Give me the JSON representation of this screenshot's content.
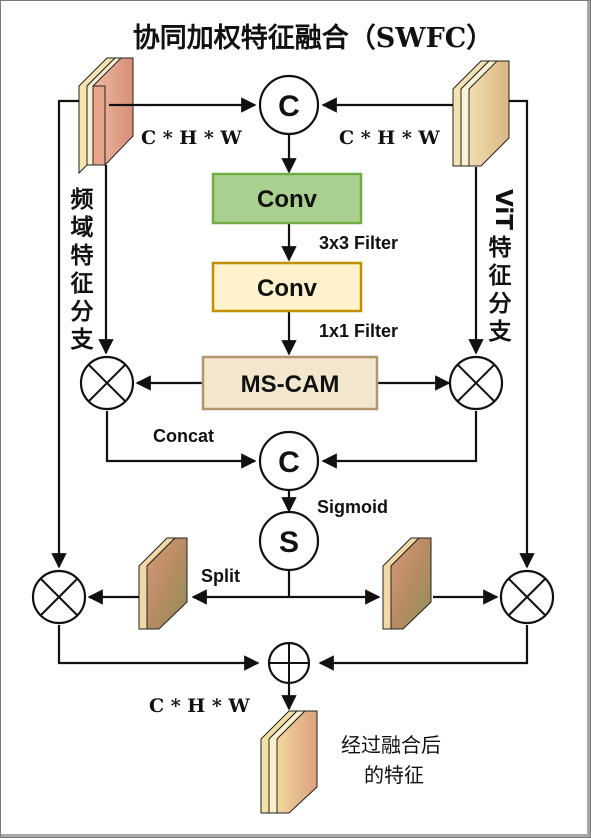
{
  "title": "协同加权特征融合（SWFC）",
  "boxes": {
    "conv1": "Conv",
    "conv2": "Conv",
    "mscam": "MS-CAM"
  },
  "nodes": {
    "concat_top": "C",
    "concat_mid": "C",
    "sigmoid": "S"
  },
  "labels": {
    "dim_left": "C * H * W",
    "dim_right": "C * H * W",
    "dim_bottom": "C * H * W",
    "filter_3x3": "3x3 Filter",
    "filter_1x1": "1x1 Filter",
    "concat": "Concat",
    "sigmoid": "Sigmoid",
    "split": "Split"
  },
  "branches": {
    "left": [
      "频",
      "域",
      "特",
      "征",
      "分",
      "支"
    ],
    "right_prefix": "ViT",
    "right": [
      "特",
      "征",
      "分",
      "支"
    ]
  },
  "output_label": [
    "经过融合后",
    "的特征"
  ],
  "colors": {
    "conv1_fill": "#a9d08e",
    "conv1_stroke": "#70ad47",
    "conv2_fill": "#fff2cc",
    "conv2_stroke": "#bf9000",
    "mscam_fill": "#f2e6cf",
    "mscam_stroke": "#b4946a"
  }
}
